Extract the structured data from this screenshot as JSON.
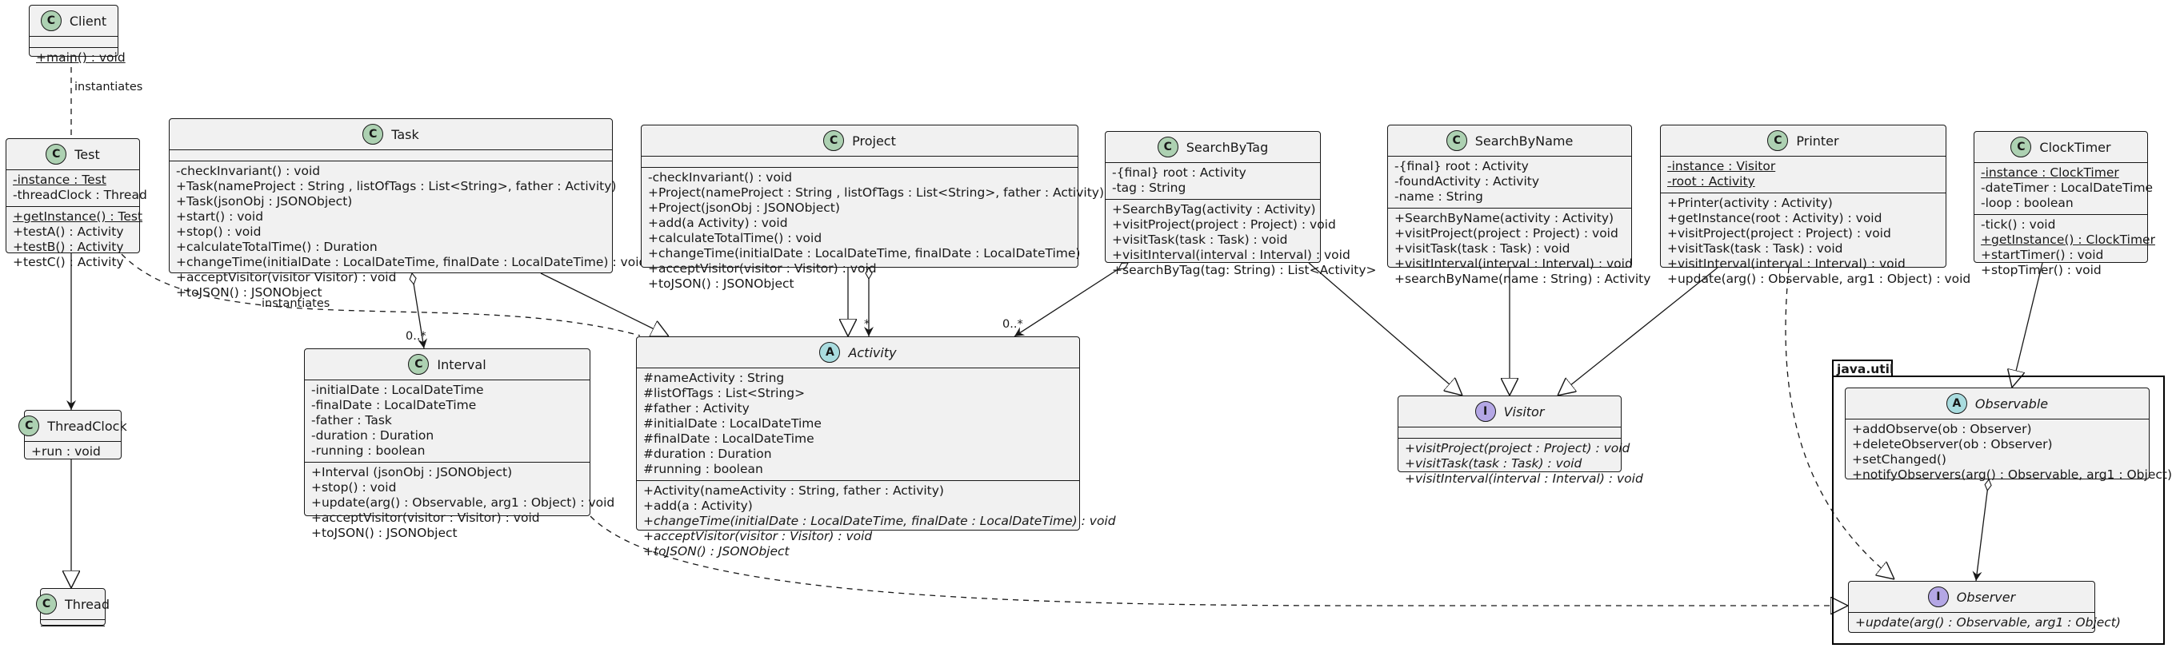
{
  "classes": {
    "client": {
      "kind": "C",
      "name": "Client",
      "fields": [],
      "methods": [
        {
          "t": "+main() : void",
          "s": "u"
        }
      ]
    },
    "test": {
      "kind": "C",
      "name": "Test",
      "fields": [
        {
          "t": "-instance : Test",
          "s": "u"
        },
        {
          "t": "-threadClock : Thread"
        }
      ],
      "methods": [
        {
          "t": "+getInstance() : Test",
          "s": "u"
        },
        {
          "t": "+testA() : Activity"
        },
        {
          "t": "+testB() : Activity"
        },
        {
          "t": "+testC() : Activity"
        }
      ]
    },
    "task": {
      "kind": "C",
      "name": "Task",
      "fields": [],
      "methods": [
        {
          "t": "-checkInvariant() : void"
        },
        {
          "t": "+Task(nameProject : String , listOfTags : List<String>, father : Activity)"
        },
        {
          "t": "+Task(jsonObj : JSONObject)"
        },
        {
          "t": "+start() : void"
        },
        {
          "t": "+stop() : void"
        },
        {
          "t": "+calculateTotalTime() : Duration"
        },
        {
          "t": "+changeTime(initialDate : LocalDateTime, finalDate : LocalDateTime) : void"
        },
        {
          "t": "+acceptVisitor(visitor Visitor) : void"
        },
        {
          "t": "+toJSON() : JSONObject"
        }
      ]
    },
    "project": {
      "kind": "C",
      "name": "Project",
      "fields": [],
      "methods": [
        {
          "t": "-checkInvariant() : void"
        },
        {
          "t": "+Project(nameProject : String , listOfTags : List<String>, father : Activity)"
        },
        {
          "t": "+Project(jsonObj : JSONObject)"
        },
        {
          "t": "+add(a Activity) : void"
        },
        {
          "t": "+calculateTotalTime() : void"
        },
        {
          "t": "+changeTime(initialDate : LocalDateTime, finalDate : LocalDateTime)"
        },
        {
          "t": "+acceptVisitor(visitor : Visitor) : void"
        },
        {
          "t": "+toJSON() : JSONObject"
        }
      ]
    },
    "searchbytag": {
      "kind": "C",
      "name": "SearchByTag",
      "fields": [
        {
          "t": "-{final} root : Activity"
        },
        {
          "t": "-tag : String"
        }
      ],
      "methods": [
        {
          "t": "+SearchByTag(activity : Activity)"
        },
        {
          "t": "+visitProject(project : Project) : void"
        },
        {
          "t": "+visitTask(task : Task) : void"
        },
        {
          "t": "+visitInterval(interval : Interval) : void"
        },
        {
          "t": "+searchByTag(tag: String) : List<Activity>"
        }
      ]
    },
    "searchbyname": {
      "kind": "C",
      "name": "SearchByName",
      "fields": [
        {
          "t": "-{final} root : Activity"
        },
        {
          "t": "-foundActivity : Activity"
        },
        {
          "t": "-name : String"
        }
      ],
      "methods": [
        {
          "t": "+SearchByName(activity : Activity)"
        },
        {
          "t": "+visitProject(project : Project) : void"
        },
        {
          "t": "+visitTask(task : Task) : void"
        },
        {
          "t": "+visitInterval(interval : Interval) : void"
        },
        {
          "t": "+searchByName(name : String) : Activity"
        }
      ]
    },
    "printer": {
      "kind": "C",
      "name": "Printer",
      "fields": [
        {
          "t": "-instance : Visitor",
          "s": "u"
        },
        {
          "t": "-root : Activity",
          "s": "u"
        }
      ],
      "methods": [
        {
          "t": "+Printer(activity : Activity)"
        },
        {
          "t": "+getInstance(root : Activity) : void"
        },
        {
          "t": "+visitProject(project : Project) : void"
        },
        {
          "t": "+visitTask(task : Task) : void"
        },
        {
          "t": "+visitInterval(interval : Interval) : void"
        },
        {
          "t": "+update(arg() : Observable, arg1 : Object) : void"
        }
      ]
    },
    "clocktimer": {
      "kind": "C",
      "name": "ClockTimer",
      "fields": [
        {
          "t": "-instance : ClockTimer",
          "s": "u"
        },
        {
          "t": "-dateTimer : LocalDateTime"
        },
        {
          "t": "-loop : boolean"
        }
      ],
      "methods": [
        {
          "t": "-tick() : void"
        },
        {
          "t": "+getInstance() : ClockTimer",
          "s": "u"
        },
        {
          "t": "+startTimer() : void"
        },
        {
          "t": "+stopTimer() : void"
        }
      ]
    },
    "interval": {
      "kind": "C",
      "name": "Interval",
      "fields": [
        {
          "t": "-initialDate : LocalDateTime"
        },
        {
          "t": "-finalDate : LocalDateTime"
        },
        {
          "t": "-father : Task"
        },
        {
          "t": "-duration : Duration"
        },
        {
          "t": "-running : boolean"
        }
      ],
      "methods": [
        {
          "t": "+Interval (jsonObj : JSONObject)"
        },
        {
          "t": "+stop() : void"
        },
        {
          "t": "+update(arg() : Observable, arg1 : Object) : void"
        },
        {
          "t": "+acceptVisitor(visitor : Visitor) : void"
        },
        {
          "t": "+toJSON() : JSONObject"
        }
      ]
    },
    "activity": {
      "kind": "A",
      "name": "Activity",
      "fields": [
        {
          "t": "#nameActivity : String"
        },
        {
          "t": "#listOfTags : List<String>"
        },
        {
          "t": "#father : Activity"
        },
        {
          "t": "#initialDate : LocalDateTime"
        },
        {
          "t": "#finalDate : LocalDateTime"
        },
        {
          "t": "#duration : Duration"
        },
        {
          "t": "#running : boolean"
        }
      ],
      "methods": [
        {
          "t": "+Activity(nameActivity : String, father : Activity)"
        },
        {
          "t": "+add(a : Activity)"
        },
        {
          "t": "+changeTime(initialDate : LocalDateTime, finalDate : LocalDateTime) : void",
          "s": "i"
        },
        {
          "t": "+acceptVisitor(visitor : Visitor) : void",
          "s": "i"
        },
        {
          "t": "+toJSON() : JSONObject",
          "s": "i"
        }
      ]
    },
    "visitor": {
      "kind": "I",
      "name": "Visitor",
      "fields": [],
      "methods": [
        {
          "t": "+visitProject(project : Project) : void",
          "s": "i"
        },
        {
          "t": "+visitTask(task : Task) : void",
          "s": "i"
        },
        {
          "t": "+visitInterval(interval : Interval) : void",
          "s": "i"
        }
      ]
    },
    "threadclock": {
      "kind": "C",
      "name": "ThreadClock",
      "fields": [],
      "methods": [
        {
          "t": "+run : void"
        }
      ]
    },
    "thread": {
      "kind": "C",
      "name": "Thread",
      "fields": [],
      "methods": []
    },
    "observable": {
      "kind": "A",
      "name": "Observable",
      "fields": [],
      "methods": [
        {
          "t": "+addObserve(ob : Observer)"
        },
        {
          "t": "+deleteObserver(ob : Observer)"
        },
        {
          "t": "+setChanged()"
        },
        {
          "t": "+notifyObservers(arg() : Observable, arg1 : Object)"
        }
      ]
    },
    "observer": {
      "kind": "I",
      "name": "Observer",
      "fields": [],
      "methods": [
        {
          "t": "+update(arg() : Observable, arg1 : Object)",
          "s": "i"
        }
      ]
    }
  },
  "package": {
    "name": "java.util"
  },
  "labels": {
    "instantiates_1": "instantiates",
    "instantiates_2": "instantiates",
    "mult_interval": "0..*",
    "mult_activity_project": "*",
    "mult_activity_search": "0..*"
  }
}
